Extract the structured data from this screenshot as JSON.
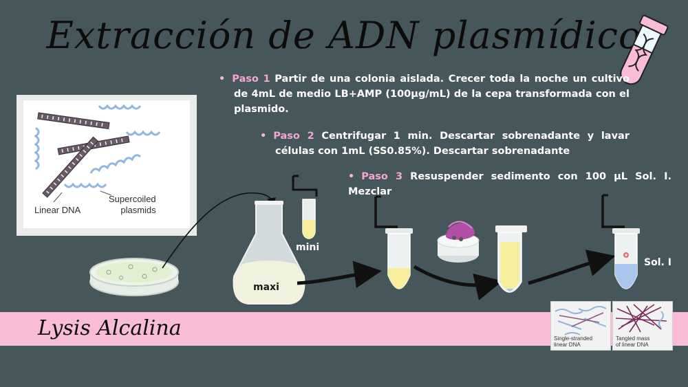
{
  "title": "Extracción de ADN plasmídico",
  "steps": [
    {
      "label": "Paso 1",
      "text": "Partir de una colonia aislada. Crecer toda la noche un cultivo de 4mL de medio LB+AMP (100µg/mL) de la cepa transformada con el plasmido."
    },
    {
      "label": "Paso 2",
      "text": "Centrifugar 1 min. Descartar sobrenadante y lavar células con 1mL (SS0.85%). Descartar sobrenadante"
    },
    {
      "label": "Paso 3",
      "text": "Resuspender sedimento con 100 µL Sol. I. Mezclar"
    }
  ],
  "dna_figure": {
    "linear_label": "Linear DNA",
    "supercoiled_label": "Supercoiled\nplasmids"
  },
  "labels": {
    "mini": "mini",
    "maxi": "maxi",
    "sol": "Sol. I"
  },
  "banner": "Lysis Alcalina",
  "thumbnails": [
    {
      "caption": "Single-stranded\nlinear DNA"
    },
    {
      "caption": "Tangled mass\nof linear DNA"
    }
  ],
  "colors": {
    "background": "#46575b",
    "banner": "#f8bcd7",
    "accent": "#f4a6d0",
    "text": "#ffffff",
    "yellow_medium": "#f7ee9c",
    "blue_solution": "#aac6ef"
  },
  "icons": [
    "dna-test-tube-icon",
    "centrifuge-icon",
    "rotate-arrow-icon"
  ]
}
